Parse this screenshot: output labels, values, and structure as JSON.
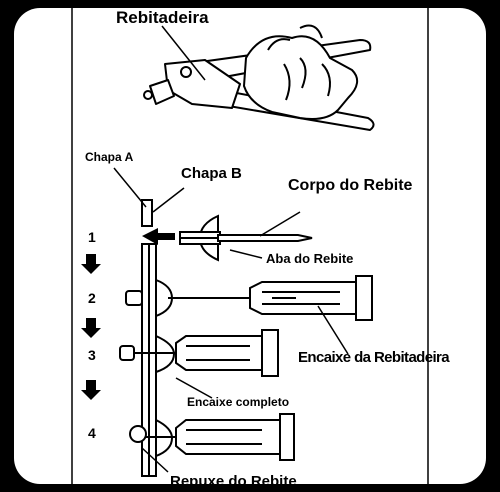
{
  "title": "Rebitadeira",
  "labels": {
    "chapa_a": "Chapa A",
    "chapa_b": "Chapa B",
    "corpo": "Corpo do Rebite",
    "aba": "Aba do Rebite",
    "encaixe_rebitadeira": "Encaixe da Rebitadeira",
    "encaixe_completo": "Encaixe completo",
    "repuxe": "Repuxe do Rebite"
  },
  "steps": [
    "1",
    "2",
    "3",
    "4"
  ]
}
